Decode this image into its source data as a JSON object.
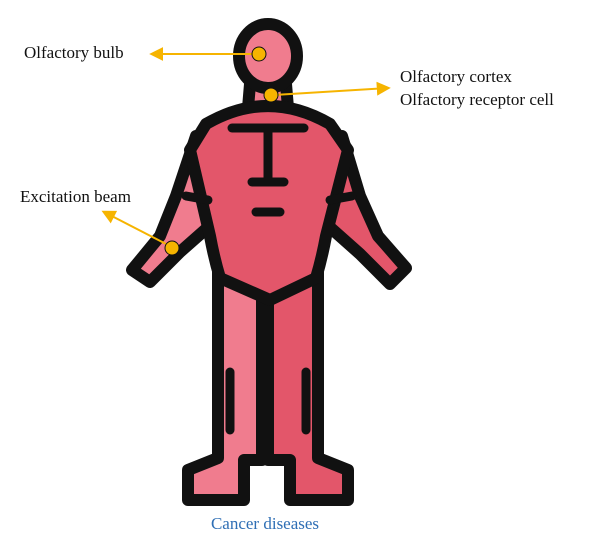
{
  "labels": {
    "olfactory_bulb": "Olfactory bulb",
    "olfactory_cortex": "Olfactory cortex",
    "olfactory_receptor_cell": "Olfactory receptor cell",
    "excitation_beam": "Excitation beam"
  },
  "caption": "Cancer diseases",
  "colors": {
    "body_fill": "#f07c8e",
    "body_shade": "#e3566a",
    "outline": "#111111",
    "marker": "#f6b400",
    "arrow": "#f6b400",
    "caption_text": "#2f6fb5"
  }
}
